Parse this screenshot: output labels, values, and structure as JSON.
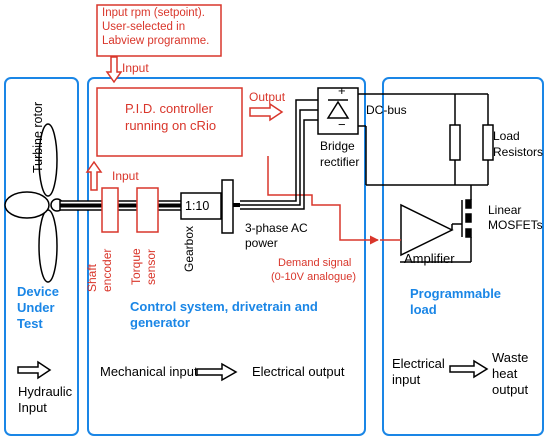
{
  "colors": {
    "red": "#d9362b",
    "blue": "#1a86e6",
    "black": "#000000"
  },
  "setpoint": {
    "line1": "Input rpm (setpoint).",
    "line2": "User-selected in",
    "line3": "Labview programme."
  },
  "labels": {
    "input_top": "Input",
    "pid_line1": "P.I.D. controller",
    "pid_line2": "running on cRio",
    "output": "Output",
    "dc_bus": "DC-bus",
    "bridge_line1": "Bridge",
    "bridge_line2": "rectifier",
    "load_line1": "Load",
    "load_line2": "Resistors",
    "turbine_rotor": "Turbine rotor",
    "input_encoder": "Input",
    "gear_ratio": "1:10",
    "mosfet_line1": "Linear",
    "mosfet_line2": "MOSFETs",
    "shaft_encoder_line1": "Shaft",
    "shaft_encoder_line2": "encoder",
    "torque_line1": "Torque",
    "torque_line2": "sensor",
    "gearbox": "Gearbox",
    "ac_line1": "3-phase AC",
    "ac_line2": "power",
    "amplifier": "Amplifier",
    "demand_line1": "Demand signal",
    "demand_line2": "(0-10V analogue)",
    "plus": "+",
    "minus": "−"
  },
  "sections": {
    "dut": {
      "line1": "Device",
      "line2": "Under",
      "line3": "Test"
    },
    "control": {
      "line1": "Control system, drivetrain and",
      "line2": "generator"
    },
    "load": {
      "line1": "Programmable",
      "line2": "load"
    }
  },
  "flows": {
    "hydraulic_line1": "Hydraulic",
    "hydraulic_line2": "Input",
    "mechanical_input": "Mechanical input",
    "electrical_output": "Electrical  output",
    "electrical_input_line1": "Electrical",
    "electrical_input_line2": "input",
    "waste_line1": "Waste",
    "waste_line2": "heat",
    "waste_line3": "output"
  }
}
